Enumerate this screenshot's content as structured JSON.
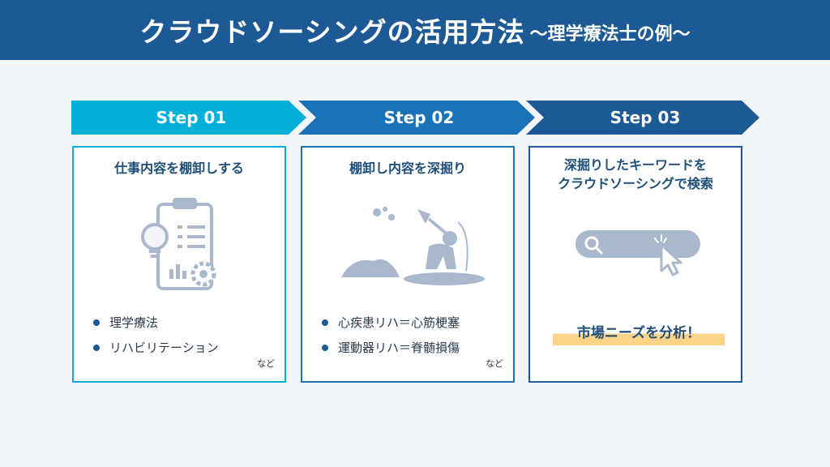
{
  "header": {
    "title": "クラウドソーシングの活用方法",
    "subtitle": "〜理学療法士の例〜"
  },
  "steps": [
    {
      "label": "Step 01",
      "color": "#00b0d8",
      "card_title": "仕事内容を棚卸しする",
      "icon": "clipboard-lightbulb-gear-icon",
      "bullets": [
        "理学療法",
        "リハビリテーション"
      ],
      "note": "など"
    },
    {
      "label": "Step 02",
      "color": "#1a73b8",
      "card_title": "棚卸し内容を深掘り",
      "icon": "digging-person-icon",
      "bullets": [
        "心疾患リハ＝心筋梗塞",
        "運動器リハ＝脊髄損傷"
      ],
      "note": "など"
    },
    {
      "label": "Step 03",
      "color": "#1d5a95",
      "card_title_lines": [
        "深掘りしたキーワードを",
        "クラウドソーシングで検索"
      ],
      "icon": "search-bar-cursor-icon",
      "highlight": "市場ニーズを分析！"
    }
  ],
  "colors": {
    "header_bg": "#1d5a95",
    "page_bg": "#f2f5f9",
    "icon_gray": "#a9b8cc",
    "highlight": "#fdd38a"
  }
}
